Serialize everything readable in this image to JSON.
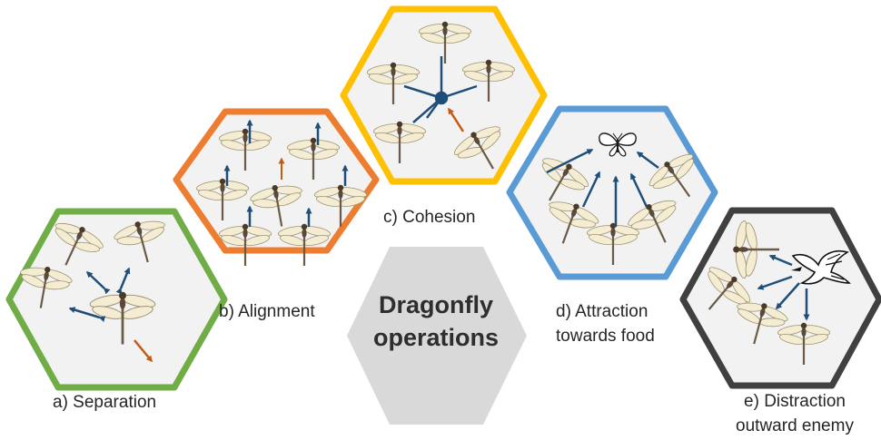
{
  "labels": {
    "separation": "a) Separation",
    "alignment": "b) Alignment",
    "cohesion": "c) Cohesion",
    "attraction_line1": "d) Attraction",
    "attraction_line2": "towards food",
    "distraction_line1": "e) Distraction",
    "distraction_line2": "outward enemy"
  },
  "center": {
    "line1": "Dragonfly",
    "line2": "operations"
  },
  "colors": {
    "separation": "#70ad47",
    "alignment": "#ed7d31",
    "cohesion": "#ffc000",
    "attraction": "#5b9bd5",
    "distraction": "#404040",
    "center_fill": "#d9d9d9",
    "hex_fill": "#f2f2f2",
    "arrow_blue": "#1f4e79",
    "arrow_orange": "#c55a11"
  },
  "icons": [
    "dragonfly-icon",
    "butterfly-icon",
    "eagle-icon"
  ]
}
